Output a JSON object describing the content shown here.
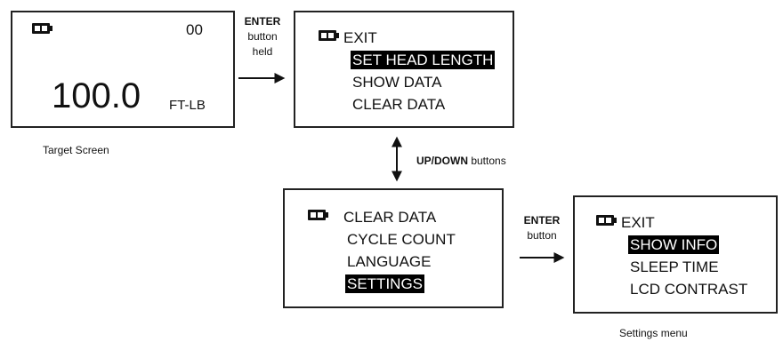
{
  "target_screen": {
    "counter": "00",
    "value": "100.0",
    "unit": "FT-LB",
    "caption": "Target Screen"
  },
  "enter_held_label": {
    "line1": "ENTER",
    "line2": "button",
    "line3": "held"
  },
  "menu1": {
    "items": [
      "EXIT",
      "SET HEAD LENGTH",
      "SHOW DATA",
      "CLEAR DATA"
    ],
    "highlighted": "SET HEAD LENGTH"
  },
  "updown_label": {
    "bold": "UP/DOWN",
    "rest": " buttons"
  },
  "menu2": {
    "items": [
      "CLEAR DATA",
      "CYCLE COUNT",
      "LANGUAGE",
      "SETTINGS"
    ],
    "highlighted": "SETTINGS"
  },
  "enter_label": {
    "line1": "ENTER",
    "line2": "button"
  },
  "menu3": {
    "items": [
      "EXIT",
      "SHOW INFO",
      "SLEEP TIME",
      "LCD CONTRAST"
    ],
    "highlighted": "SHOW INFO",
    "caption": "Settings menu"
  },
  "icons": {
    "battery": "battery-icon",
    "arrow": "right-arrow-icon",
    "updown": "up-down-arrow-icon"
  }
}
